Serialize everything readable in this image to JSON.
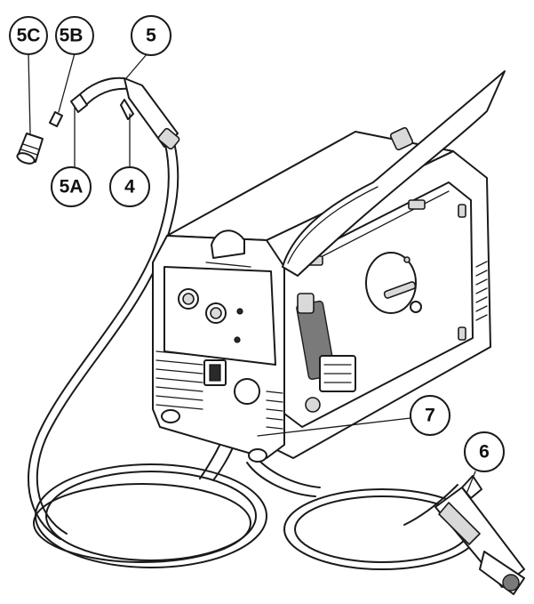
{
  "callouts": {
    "c5c": "5C",
    "c5b": "5B",
    "c5": "5",
    "c5a": "5A",
    "c4": "4",
    "c7": "7",
    "c6": "6"
  },
  "colors": {
    "line": "#1a1a1a",
    "background": "#ffffff",
    "metal_grey": "#d9d9d9"
  }
}
